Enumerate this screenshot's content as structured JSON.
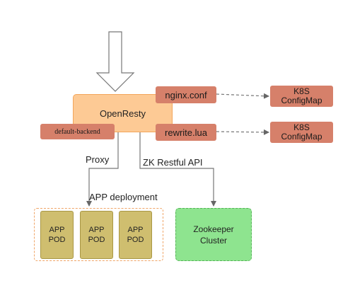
{
  "nodes": {
    "openresty": "OpenResty",
    "nginx_conf": "nginx.conf",
    "rewrite_lua": "rewrite.lua",
    "default_backend": "default-backend",
    "configmap_1": [
      "K8S",
      "ConfigMap"
    ],
    "configmap_2": [
      "K8S",
      "ConfigMap"
    ],
    "pods": [
      [
        "APP",
        "POD"
      ],
      [
        "APP",
        "POD"
      ],
      [
        "APP",
        "POD"
      ]
    ],
    "zookeeper": [
      "Zookeeper",
      "Cluster"
    ]
  },
  "edge_labels": {
    "proxy": "Proxy",
    "zk_api": "ZK Restful API",
    "app_deployment": "APP deployment"
  },
  "edges": [
    {
      "from": "incoming",
      "to": "openresty",
      "style": "hollow-arrow"
    },
    {
      "from": "nginx_conf",
      "to": "configmap_1",
      "style": "dashed"
    },
    {
      "from": "rewrite_lua",
      "to": "configmap_2",
      "style": "dashed"
    },
    {
      "from": "openresty",
      "to": "app_deployment",
      "style": "solid",
      "label": "Proxy"
    },
    {
      "from": "openresty",
      "to": "zookeeper",
      "style": "solid",
      "label": "ZK Restful API"
    }
  ],
  "colors": {
    "openresty_fill": "#fdca95",
    "openresty_border": "#f3a65b",
    "tag_fill": "#d6806a",
    "pod_fill": "#cfbe6f",
    "zookeeper_fill": "#8ee48f",
    "zookeeper_border": "#55b357",
    "group_border": "#f0a567",
    "line": "#666666"
  }
}
